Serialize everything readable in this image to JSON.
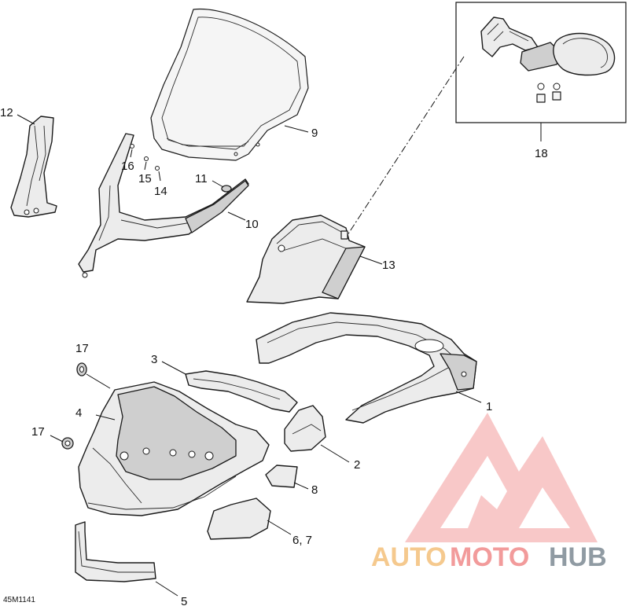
{
  "figure": {
    "reference_code": "45M1141"
  },
  "callouts": {
    "c1": "1",
    "c2": "2",
    "c3": "3",
    "c4": "4",
    "c5": "5",
    "c67": "6, 7",
    "c8": "8",
    "c9": "9",
    "c10": "10",
    "c11": "11",
    "c12": "12",
    "c13": "13",
    "c14": "14",
    "c15": "15",
    "c16": "16",
    "c17a": "17",
    "c17b": "17",
    "c18": "18"
  },
  "watermark": {
    "part_a": "AUTO",
    "part_b": "MOTO",
    "part_c": "HUB",
    "colors": {
      "auto": "#f3c07a",
      "moto": "#f08a8a",
      "hub": "#7d8a93",
      "logo": "#f39a9a"
    }
  }
}
